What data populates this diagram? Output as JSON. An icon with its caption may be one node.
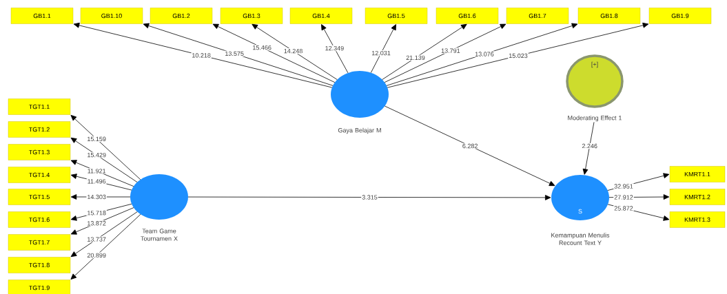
{
  "diagram": {
    "nodes": [
      {
        "text": [
          "GB1.1"
        ]
      },
      {
        "text": [
          "GB1.10"
        ]
      },
      {
        "text": [
          "GB1.2"
        ]
      },
      {
        "text": [
          "GB1.3"
        ]
      },
      {
        "text": [
          "GB1.4"
        ]
      },
      {
        "text": [
          "GB1.5"
        ]
      },
      {
        "text": [
          "GB1.6"
        ]
      },
      {
        "text": [
          "GB1.7"
        ]
      },
      {
        "text": [
          "GB1.8"
        ]
      },
      {
        "text": [
          "GB1.9"
        ]
      },
      {
        "text": [
          "Gaya Belajar M"
        ]
      },
      {
        "text": [
          "[+]",
          "Moderating Effect 1"
        ]
      },
      {
        "text": [
          "TGT1.1"
        ]
      },
      {
        "text": [
          "TGT1.2"
        ]
      },
      {
        "text": [
          "TGT1.3"
        ]
      },
      {
        "text": [
          "TGT1.4"
        ]
      },
      {
        "text": [
          "TGT1.5"
        ]
      },
      {
        "text": [
          "TGT1.6"
        ]
      },
      {
        "text": [
          "TGT1.7"
        ]
      },
      {
        "text": [
          "TGT1.8"
        ]
      },
      {
        "text": [
          "TGT1.9"
        ]
      },
      {
        "text": [
          "Team Game Tournamen X"
        ]
      },
      {
        "text": [
          "S",
          "Kemampuan Menulis Recount Text Y"
        ]
      },
      {
        "text": [
          "KMRT1.1"
        ]
      },
      {
        "text": [
          "KMRT1.2"
        ]
      },
      {
        "text": [
          "KMRT1.3"
        ]
      }
    ],
    "edges": [
      {
        "from": 10,
        "to": 0,
        "arrow": "to",
        "label": "10.218"
      },
      {
        "from": 10,
        "to": 1,
        "arrow": "to",
        "label": "13.575"
      },
      {
        "from": 10,
        "to": 2,
        "arrow": "to",
        "label": "15.466"
      },
      {
        "from": 10,
        "to": 3,
        "arrow": "to",
        "label": "14.248"
      },
      {
        "from": 10,
        "to": 4,
        "arrow": "to",
        "label": "12.349"
      },
      {
        "from": 10,
        "to": 5,
        "arrow": "to",
        "label": "12.031"
      },
      {
        "from": 10,
        "to": 6,
        "arrow": "to",
        "label": "21.139"
      },
      {
        "from": 10,
        "to": 7,
        "arrow": "to",
        "label": "13.791"
      },
      {
        "from": 10,
        "to": 8,
        "arrow": "to",
        "label": "13.076"
      },
      {
        "from": 10,
        "to": 9,
        "arrow": "to",
        "label": "15.023"
      },
      {
        "from": 21,
        "to": 12,
        "arrow": "to",
        "label": "15.159"
      },
      {
        "from": 21,
        "to": 13,
        "arrow": "to",
        "label": "15.429"
      },
      {
        "from": 21,
        "to": 14,
        "arrow": "to",
        "label": "11.921"
      },
      {
        "from": 21,
        "to": 15,
        "arrow": "to",
        "label": "11.496"
      },
      {
        "from": 21,
        "to": 16,
        "arrow": "to",
        "label": "14.303"
      },
      {
        "from": 21,
        "to": 17,
        "arrow": "to",
        "label": "15.718"
      },
      {
        "from": 21,
        "to": 18,
        "arrow": "to",
        "label": "13.872"
      },
      {
        "from": 21,
        "to": 19,
        "arrow": "to",
        "label": "13.737"
      },
      {
        "from": 21,
        "to": 20,
        "arrow": "to",
        "label": "20.899"
      },
      {
        "from": 22,
        "to": 23,
        "arrow": "to",
        "label": "32.951"
      },
      {
        "from": 22,
        "to": 24,
        "arrow": "to",
        "label": "27.912"
      },
      {
        "from": 22,
        "to": 25,
        "arrow": "to",
        "label": "25.872"
      },
      {
        "from": 10,
        "to": 22,
        "arrow": "to",
        "label": "6.282"
      },
      {
        "from": 21,
        "to": 22,
        "arrow": "to",
        "label": "3.315"
      },
      {
        "from": 11,
        "to": 22,
        "arrow": "to",
        "label": "2.246"
      }
    ]
  }
}
